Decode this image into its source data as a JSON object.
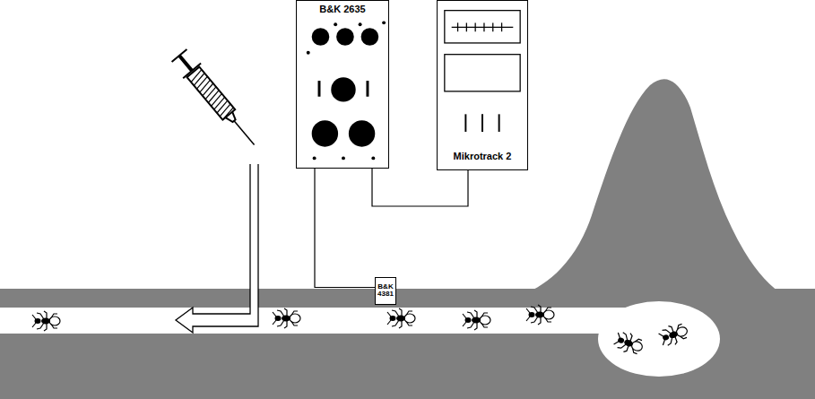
{
  "diagram": {
    "nodes": [
      {
        "text": [
          "B&K 2635"
        ]
      },
      {
        "text": [
          "Mikrotrack 2"
        ]
      },
      {
        "text": [
          "B&K 4381"
        ]
      }
    ],
    "edges": [
      {
        "from": 0,
        "to": 2,
        "arrow": "none"
      },
      {
        "from": 0,
        "to": 1,
        "arrow": "none"
      }
    ]
  }
}
